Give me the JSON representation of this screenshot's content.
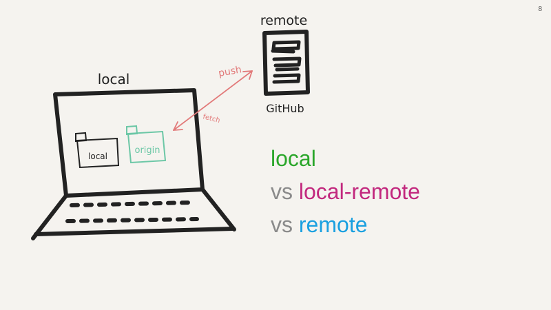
{
  "slide": {
    "page_number": "8"
  },
  "sketch": {
    "remote_label": "remote",
    "github_label": "GitHub",
    "local_label": "local",
    "push_label": "push",
    "fetch_label": "fetch",
    "local_branch_label": "local",
    "origin_branch_label": "origin"
  },
  "legend": {
    "line1_term": "local",
    "line2_vs": "vs",
    "line2_term": "local-remote",
    "line3_vs": "vs",
    "line3_term": "remote"
  },
  "colors": {
    "background": "#f5f3ef",
    "ink": "#222222",
    "local_green": "#2aa62a",
    "local_remote_magenta": "#c2287e",
    "remote_blue": "#1aa0e0",
    "vs_gray": "#8a8a8a",
    "origin_teal": "#6cc7a6",
    "arrow_red": "#e27a7a"
  }
}
